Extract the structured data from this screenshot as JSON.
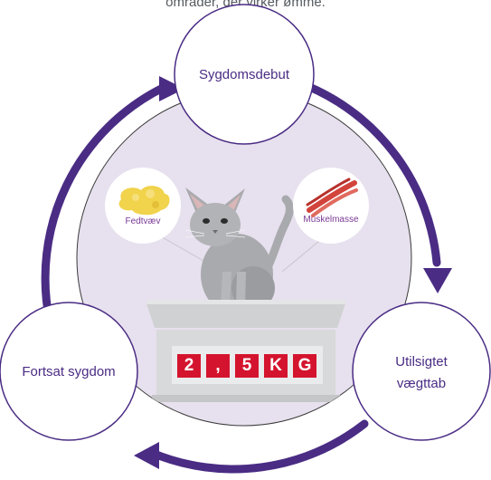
{
  "intro_text": "områder, der virker ømme.",
  "cycle": {
    "nodes": [
      {
        "label": "Sygdomsdebut"
      },
      {
        "label": "Utilsigtet\nvægttab"
      },
      {
        "label": "Fortsat sygdom"
      }
    ]
  },
  "center": {
    "fat_label": "Fedtvæv",
    "muscle_label": "Muskelmasse",
    "scale_display": [
      "2",
      ",",
      "5",
      "K",
      "G"
    ]
  },
  "colors": {
    "arrow": "#4a2c84",
    "circle_fill": "#e7e0ee",
    "node_border": "#4a2c84",
    "display": "#d4142e",
    "scale": "#d5d7d8",
    "cat": "#a9aaad",
    "fat": "#f1d34c",
    "muscle": "#d2443b"
  }
}
